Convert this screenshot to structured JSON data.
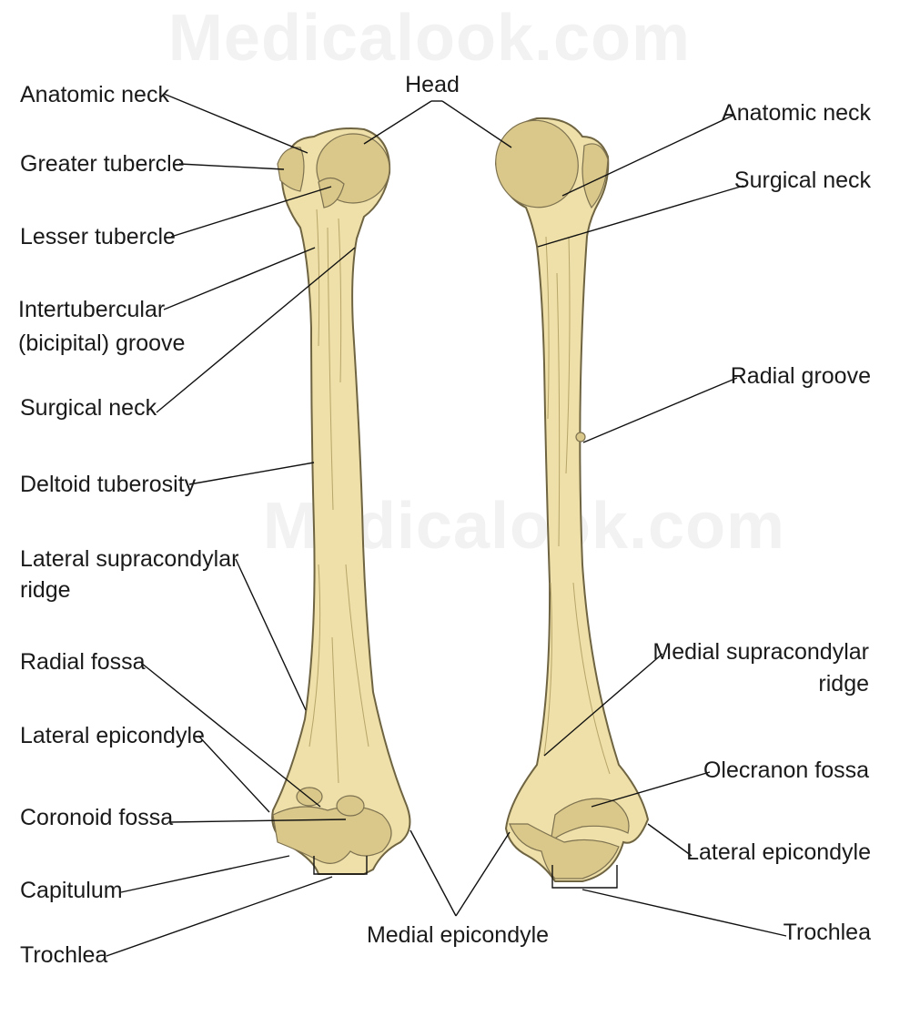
{
  "watermarks": [
    "Medicalook.com",
    "Medicalook.com"
  ],
  "left_labels": [
    "Anatomic neck",
    "Greater tubercle",
    "Lesser tubercle",
    "Intertubercular",
    "(bicipital) groove",
    "Surgical neck",
    "Deltoid tuberosity",
    "Lateral supracondylar",
    "ridge",
    "Radial fossa",
    "Lateral epicondyle",
    "Coronoid fossa",
    "Capitulum",
    "Trochlea"
  ],
  "center_labels": [
    "Head",
    "Medial epicondyle"
  ],
  "right_labels": [
    "Anatomic neck",
    "Surgical neck",
    "Radial groove",
    "Medial supracondylar",
    "ridge",
    "Olecranon fossa",
    "Lateral epicondyle",
    "Trochlea"
  ]
}
